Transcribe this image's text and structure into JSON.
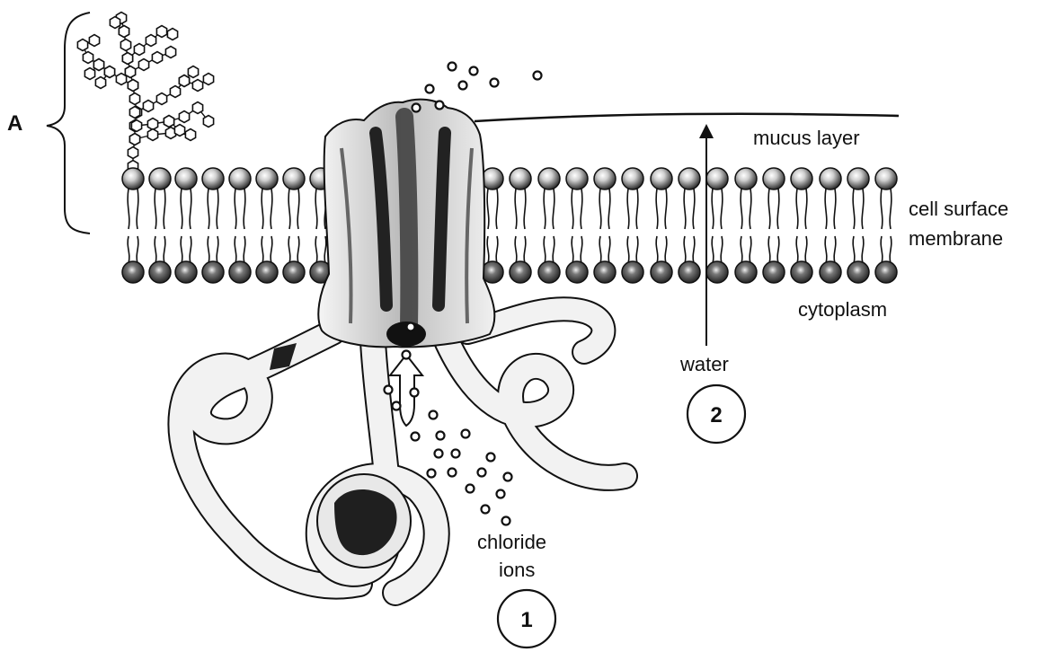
{
  "figure": {
    "labels": {
      "bracket_letter": "A",
      "mucus": "mucus layer",
      "membrane_line1": "cell surface",
      "membrane_line2": "membrane",
      "cytoplasm": "cytoplasm",
      "water": "water",
      "chloride_line1": "chloride",
      "chloride_line2": "ions"
    },
    "markers": {
      "one": "1",
      "two": "2"
    },
    "colors": {
      "ink": "#111111",
      "protein_fill": "#f3f3f3",
      "channel_dark": "#2a2a2a",
      "head_dark": "#1a1a1a"
    }
  }
}
